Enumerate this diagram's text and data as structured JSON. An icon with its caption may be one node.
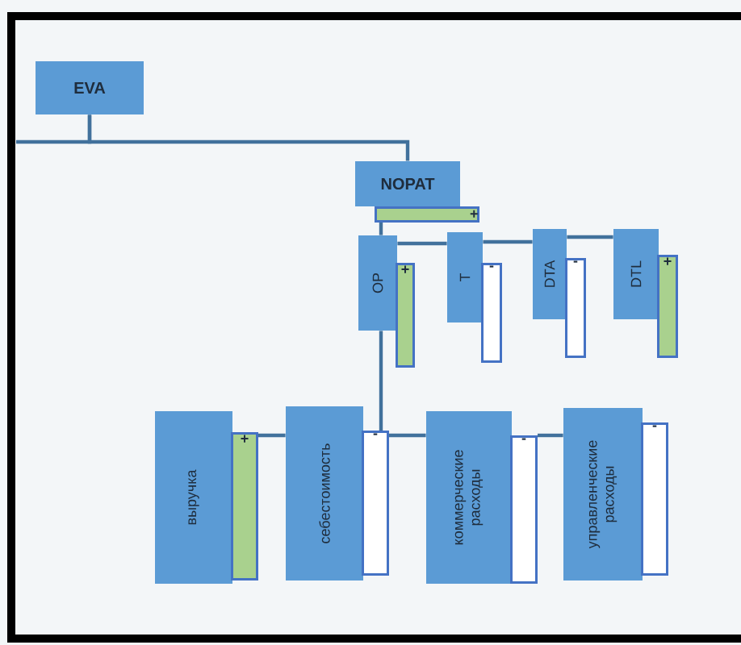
{
  "diagram": {
    "nodes": [
      {
        "text": [
          "EVA"
        ]
      },
      {
        "text": [
          "NOPAT"
        ]
      },
      {
        "text": [
          "+"
        ]
      },
      {
        "text": [
          "OP"
        ]
      },
      {
        "text": [
          "+"
        ]
      },
      {
        "text": [
          "T"
        ]
      },
      {
        "text": [
          "-"
        ]
      },
      {
        "text": [
          "DTA"
        ]
      },
      {
        "text": [
          "-"
        ]
      },
      {
        "text": [
          "DTL"
        ]
      },
      {
        "text": [
          "+"
        ]
      },
      {
        "text": [
          "выручка"
        ]
      },
      {
        "text": [
          "+"
        ]
      },
      {
        "text": [
          "себестоимость"
        ]
      },
      {
        "text": [
          "-"
        ]
      },
      {
        "text": [
          "коммерческие расходы"
        ]
      },
      {
        "text": [
          "-"
        ]
      },
      {
        "text": [
          "управленческие расходы"
        ]
      },
      {
        "text": [
          "-"
        ]
      }
    ],
    "edges": [
      {
        "from": null,
        "to": 0,
        "arrow": "none"
      },
      {
        "from": 0,
        "to": 1,
        "arrow": "none"
      },
      {
        "from": 2,
        "to": 3,
        "arrow": "none"
      },
      {
        "from": 3,
        "to": 5,
        "arrow": "none"
      },
      {
        "from": 5,
        "to": 7,
        "arrow": "none"
      },
      {
        "from": 7,
        "to": 9,
        "arrow": "none"
      },
      {
        "from": 3,
        "to": 14,
        "arrow": "none"
      },
      {
        "from": 12,
        "to": 13,
        "arrow": "none"
      },
      {
        "from": 14,
        "to": 15,
        "arrow": "none"
      },
      {
        "from": 16,
        "to": 17,
        "arrow": "none"
      }
    ]
  }
}
